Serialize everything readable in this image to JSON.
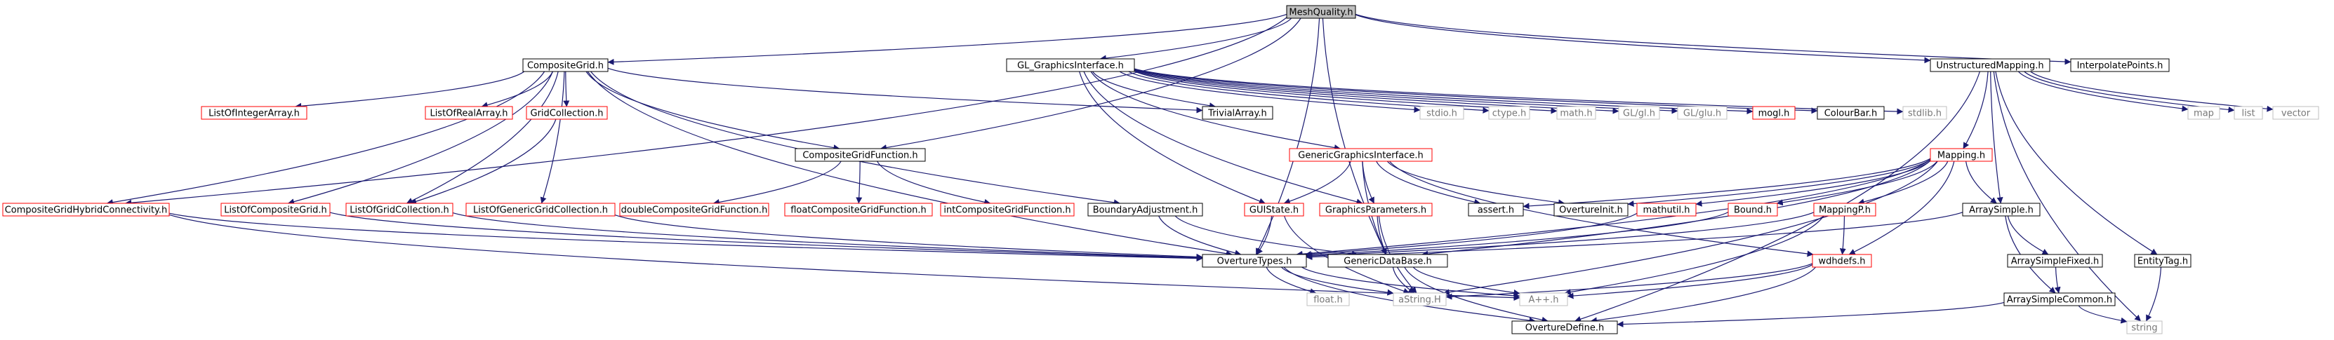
{
  "title": "MeshQuality.h",
  "colors": {
    "edge": "#191970",
    "border_black": "#000000",
    "border_red": "#ff0000",
    "border_gray": "#bfbfbf",
    "root_fill": "#bfbfbf",
    "text_black": "#000000",
    "text_red": "#ff0000"
  },
  "nodes": {
    "meshquality": "MeshQuality.h",
    "compositegrid": "CompositeGrid.h",
    "gl_graphicsinterface": "GL_GraphicsInterface.h",
    "unstructuredmapping": "UnstructuredMapping.h",
    "interpolatepoints": "InterpolatePoints.h",
    "listofintegerarray": "ListOfIntegerArray.h",
    "listofrealarray": "ListOfRealArray.h",
    "gridcollection": "GridCollection.h",
    "compositegridfunction": "CompositeGridFunction.h",
    "trivialarray": "TrivialArray.h",
    "genericgraphicsinterface": "GenericGraphicsInterface.h",
    "stdio": "stdio.h",
    "ctype": "ctype.h",
    "math": "math.h",
    "glgl": "GL/gl.h",
    "glglu": "GL/glu.h",
    "mogl": "mogl.h",
    "colourbar": "ColourBar.h",
    "stdlib": "stdlib.h",
    "mapping": "Mapping.h",
    "map": "map",
    "list": "list",
    "vector": "vector",
    "compositegridhybridconnectivity": "CompositeGridHybridConnectivity.h",
    "listofcompositegrid": "ListOfCompositeGrid.h",
    "listofgridcollection": "ListOfGridCollection.h",
    "listofgenericgridcollection": "ListOfGenericGridCollection.h",
    "doublecompositegridfunction": "doubleCompositeGridFunction.h",
    "floatcompositegridfunction": "floatCompositeGridFunction.h",
    "intcompositegridfunction": "intCompositeGridFunction.h",
    "boundaryadjustment": "BoundaryAdjustment.h",
    "guistate": "GUIState.h",
    "graphicsparameters": "GraphicsParameters.h",
    "assert": "assert.h",
    "overtureinit": "OvertureInit.h",
    "mathutil": "mathutil.h",
    "bound": "Bound.h",
    "mappingp": "MappingP.h",
    "arraysimple": "ArraySimple.h",
    "overturetypes": "OvertureTypes.h",
    "genericdatabase": "GenericDataBase.h",
    "wdhdefs": "wdhdefs.h",
    "arraysimplefixed": "ArraySimpleFixed.h",
    "entitytag": "EntityTag.h",
    "floath": "float.h",
    "astring": "aString.H",
    "aplusplus": "A++.h",
    "arraysimplecommon": "ArraySimpleCommon.h",
    "overturedefine": "OvertureDefine.h",
    "string": "string"
  }
}
